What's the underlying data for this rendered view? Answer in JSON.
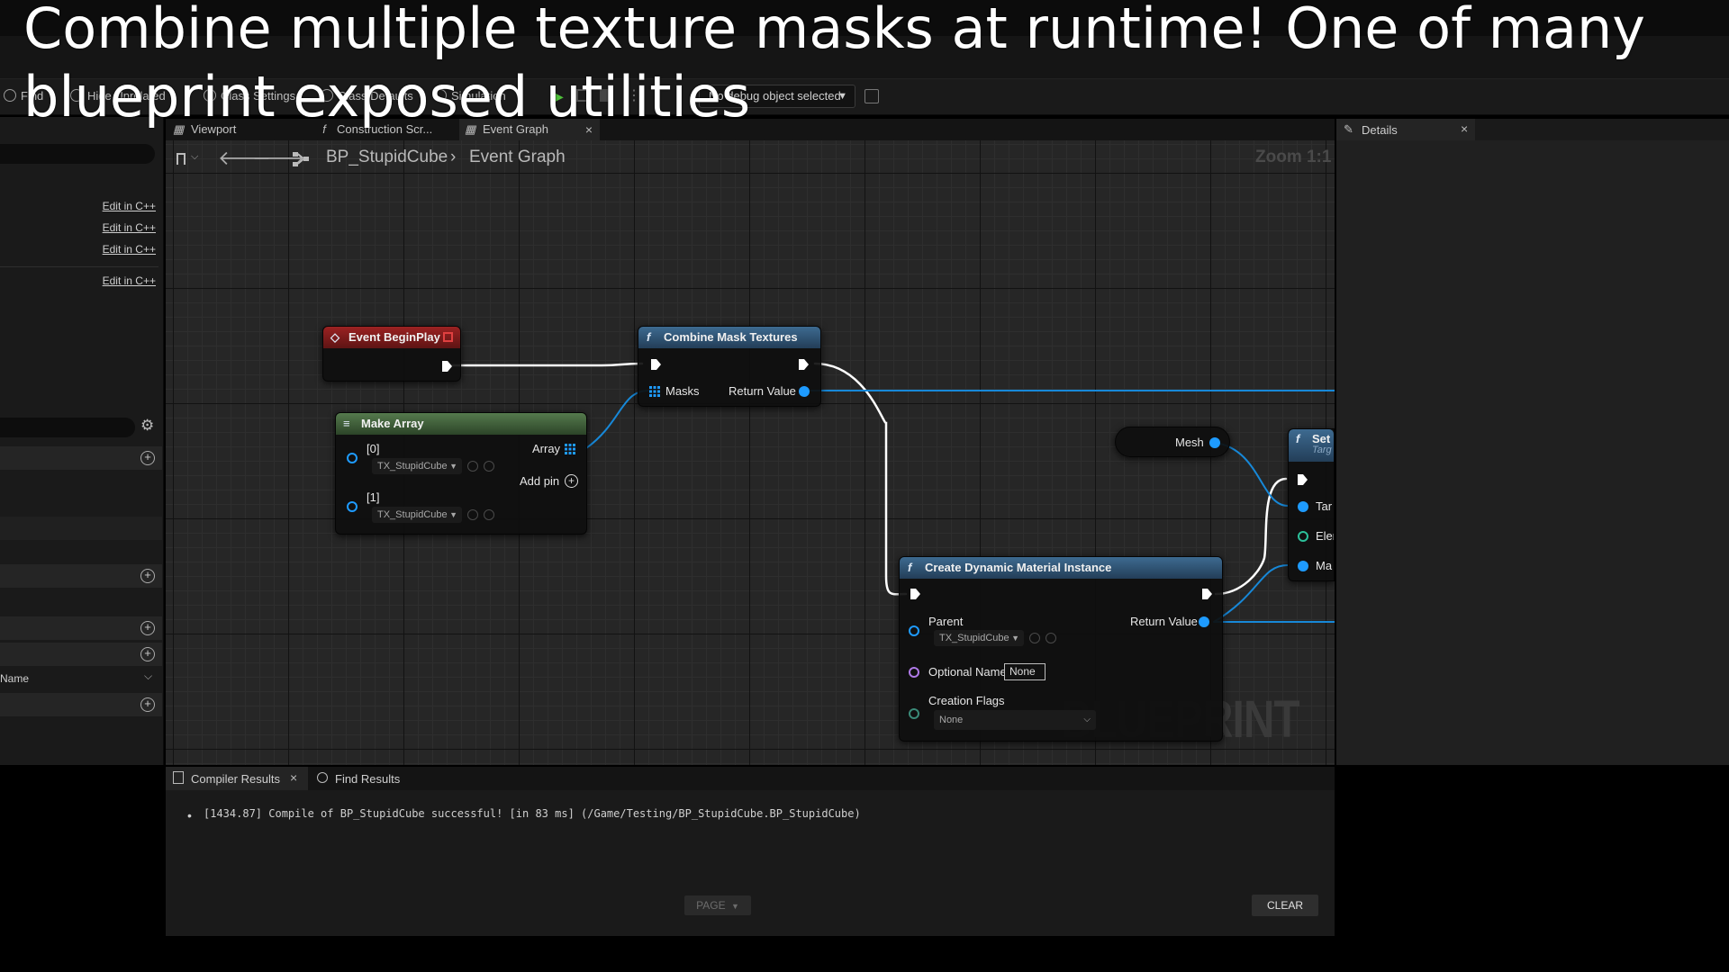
{
  "caption": "Combine multiple texture masks at runtime! One of many blueprint exposed utilities",
  "toolbar": {
    "find_label": "Find",
    "hide_unrelated_label": "Hide Unrelated",
    "class_settings_label": "Class Settings",
    "class_defaults_label": "Class Defaults",
    "simulation_label": "Simulation",
    "debug_filter_label": "No debug object selected"
  },
  "left_panel": {
    "edit_links": [
      "Edit in C++",
      "Edit in C++",
      "Edit in C++",
      "Edit in C++"
    ],
    "name_row_label": "Name"
  },
  "graph_tabs": [
    {
      "label": "Viewport",
      "icon": "grid-icon"
    },
    {
      "label": "Construction Scr...",
      "icon": "function-icon"
    },
    {
      "label": "Event Graph",
      "icon": "event-graph-icon"
    }
  ],
  "breadcrumb": {
    "blueprint": "BP_StupidCube",
    "graph": "Event Graph"
  },
  "zoom_label": "Zoom 1:1",
  "watermark": "BLUEPRINT",
  "nodes": {
    "begin_play": {
      "title": "Event BeginPlay"
    },
    "combine": {
      "title": "Combine Mask Textures",
      "masks_label": "Masks",
      "return_label": "Return Value"
    },
    "make_array": {
      "title": "Make Array",
      "pins": [
        {
          "label": "[0]",
          "value": "TX_StupidCube"
        },
        {
          "label": "[1]",
          "value": "TX_StupidCube"
        }
      ],
      "array_label": "Array",
      "add_pin_label": "Add pin"
    },
    "mesh": {
      "label": "Mesh"
    },
    "set_node": {
      "title": "Set",
      "subtitle": "Targ",
      "pins": [
        "Tar",
        "Eler",
        "Ma"
      ]
    },
    "create_dmi": {
      "title": "Create Dynamic Material Instance",
      "parent_label": "Parent",
      "parent_value": "TX_StupidCube",
      "return_label": "Return Value",
      "optional_name_label": "Optional Name",
      "optional_name_value": "None",
      "creation_flags_label": "Creation Flags",
      "creation_flags_value": "None"
    }
  },
  "details": {
    "tab_label": "Details"
  },
  "bottom": {
    "tabs": [
      "Compiler Results",
      "Find Results"
    ],
    "log": "[1434.87] Compile of BP_StupidCube successful! [in 83 ms] (/Game/Testing/BP_StupidCube.BP_StupidCube)",
    "page_label": "PAGE",
    "clear_label": "CLEAR"
  },
  "colors": {
    "event_header": "#8c1c1c",
    "function_header": "#2d4f6e",
    "pure_header": "#3c5a38",
    "object_pin": "#1e9bff",
    "wire_object": "#1788d8"
  }
}
